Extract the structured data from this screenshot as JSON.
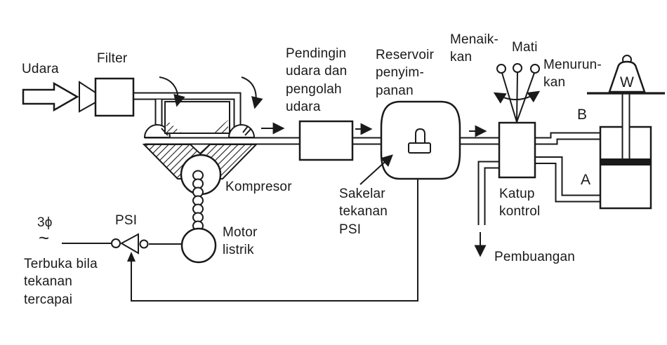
{
  "diagram": {
    "title_note": "",
    "colors": {
      "ink": "#1a1a1a",
      "background": "#ffffff"
    },
    "labels": {
      "udara": "Udara",
      "filter": "Filter",
      "kompresor": "Kompresor",
      "pendingin": "Pendingin\nudara dan\npengolah\nudara",
      "reservoir": "Reservoir\npenyim-\npanan",
      "menaikkan": "Menaik-\nkan",
      "mati": "Mati",
      "menurunkan": "Menurun-\nkan",
      "sakelar": "Sakelar\ntekanan\nPSI",
      "katup_kontrol": "Katup\nkontrol",
      "pembuangan": "Pembuangan",
      "motor_listrik": "Motor\nlistrik",
      "psi": "PSI",
      "tiga_fasa": "3ϕ",
      "gelombang": "~",
      "terbuka": "Terbuka bila\ntekanan\ntercapai",
      "port_b": "B",
      "port_a": "A",
      "beban_w": "W"
    }
  }
}
